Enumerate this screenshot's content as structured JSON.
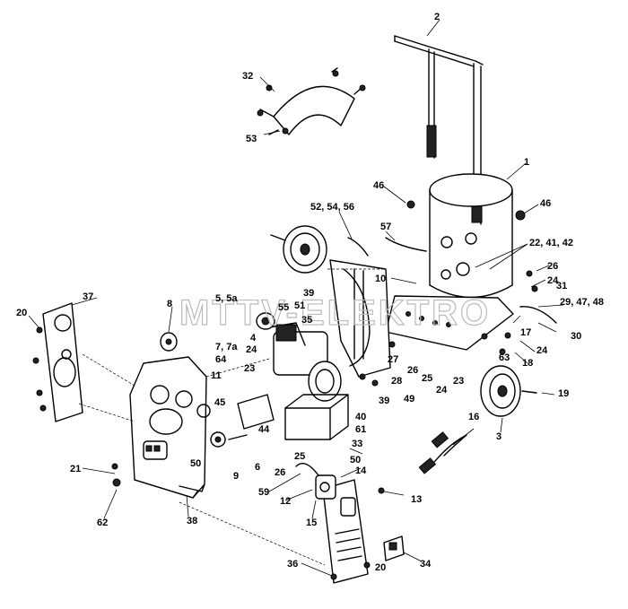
{
  "watermark": "MTTV-ELEKTRO",
  "callouts": [
    {
      "id": "c1",
      "text": "1"
    },
    {
      "id": "c2",
      "text": "2"
    },
    {
      "id": "c3",
      "text": "3"
    },
    {
      "id": "c4",
      "text": "4"
    },
    {
      "id": "c5",
      "text": "5, 5a"
    },
    {
      "id": "c6",
      "text": "6"
    },
    {
      "id": "c7",
      "text": "7, 7a"
    },
    {
      "id": "c8",
      "text": "8"
    },
    {
      "id": "c9",
      "text": "9"
    },
    {
      "id": "c10",
      "text": "10"
    },
    {
      "id": "c11",
      "text": "11"
    },
    {
      "id": "c12",
      "text": "12"
    },
    {
      "id": "c13",
      "text": "13"
    },
    {
      "id": "c14",
      "text": "14"
    },
    {
      "id": "c15",
      "text": "15"
    },
    {
      "id": "c16",
      "text": "16"
    },
    {
      "id": "c17",
      "text": "17"
    },
    {
      "id": "c18",
      "text": "18"
    },
    {
      "id": "c19",
      "text": "19"
    },
    {
      "id": "c20a",
      "text": "20"
    },
    {
      "id": "c20b",
      "text": "20"
    },
    {
      "id": "c21",
      "text": "21"
    },
    {
      "id": "c22",
      "text": "22, 41, 42"
    },
    {
      "id": "c23a",
      "text": "23"
    },
    {
      "id": "c23b",
      "text": "23"
    },
    {
      "id": "c24a",
      "text": "24"
    },
    {
      "id": "c24b",
      "text": "24"
    },
    {
      "id": "c24c",
      "text": "24"
    },
    {
      "id": "c24d",
      "text": "24"
    },
    {
      "id": "c25a",
      "text": "25"
    },
    {
      "id": "c25b",
      "text": "25"
    },
    {
      "id": "c26a",
      "text": "26"
    },
    {
      "id": "c26b",
      "text": "26"
    },
    {
      "id": "c26c",
      "text": "26"
    },
    {
      "id": "c27",
      "text": "27"
    },
    {
      "id": "c28",
      "text": "28"
    },
    {
      "id": "c29",
      "text": "29, 47, 48"
    },
    {
      "id": "c30",
      "text": "30"
    },
    {
      "id": "c31",
      "text": "31"
    },
    {
      "id": "c32",
      "text": "32"
    },
    {
      "id": "c33",
      "text": "33"
    },
    {
      "id": "c34",
      "text": "34"
    },
    {
      "id": "c35",
      "text": "35"
    },
    {
      "id": "c36",
      "text": "36"
    },
    {
      "id": "c37",
      "text": "37"
    },
    {
      "id": "c38",
      "text": "38"
    },
    {
      "id": "c39a",
      "text": "39"
    },
    {
      "id": "c39b",
      "text": "39"
    },
    {
      "id": "c40",
      "text": "40"
    },
    {
      "id": "c44",
      "text": "44"
    },
    {
      "id": "c45",
      "text": "45"
    },
    {
      "id": "c46a",
      "text": "46"
    },
    {
      "id": "c46b",
      "text": "46"
    },
    {
      "id": "c49",
      "text": "49"
    },
    {
      "id": "c50a",
      "text": "50"
    },
    {
      "id": "c50b",
      "text": "50"
    },
    {
      "id": "c51",
      "text": "51"
    },
    {
      "id": "c52",
      "text": "52, 54, 56"
    },
    {
      "id": "c53",
      "text": "53"
    },
    {
      "id": "c55",
      "text": "55"
    },
    {
      "id": "c57",
      "text": "57"
    },
    {
      "id": "c59",
      "text": "59"
    },
    {
      "id": "c61",
      "text": "61"
    },
    {
      "id": "c62",
      "text": "62"
    },
    {
      "id": "c63",
      "text": "63"
    },
    {
      "id": "c64",
      "text": "64"
    }
  ]
}
